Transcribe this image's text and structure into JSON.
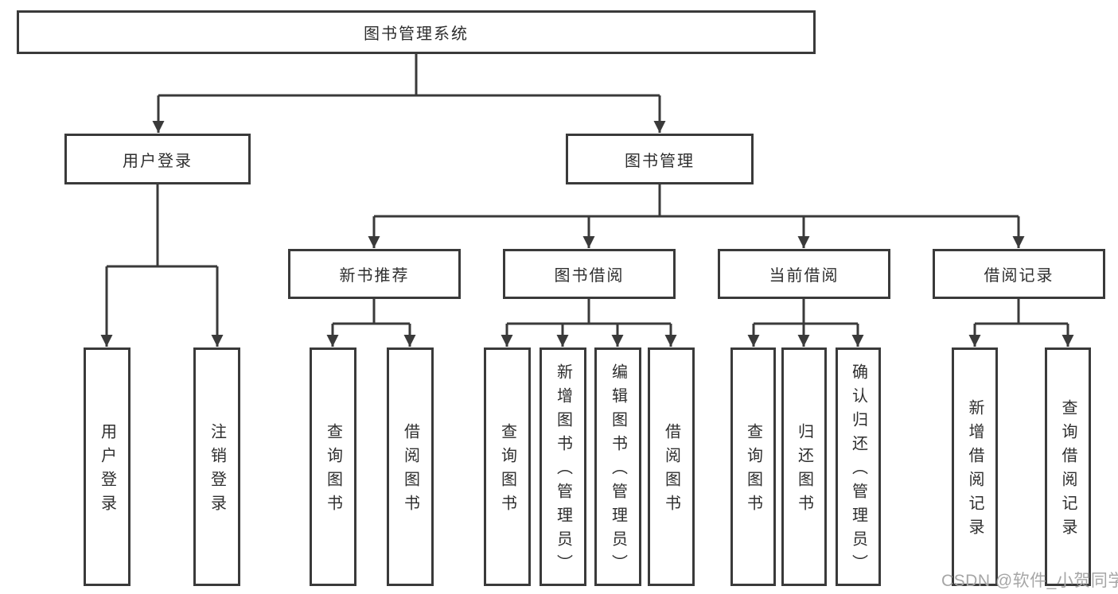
{
  "diagram": {
    "title": "图书管理系统",
    "level2": [
      {
        "label": "用户登录",
        "leaves": [
          "用户登录",
          "注销登录"
        ]
      },
      {
        "label": "图书管理",
        "children": [
          {
            "label": "新书推荐",
            "leaves": [
              "查询图书",
              "借阅图书"
            ]
          },
          {
            "label": "图书借阅",
            "leaves": [
              "查询图书",
              "新增图书（管理员）",
              "编辑图书（管理员）",
              "借阅图书"
            ]
          },
          {
            "label": "当前借阅",
            "leaves": [
              "查询图书",
              "归还图书",
              "确认归还（管理员）"
            ]
          },
          {
            "label": "借阅记录",
            "leaves": [
              "新增借阅记录",
              "查询借阅记录"
            ]
          }
        ]
      }
    ]
  },
  "watermark": {
    "text": "CSDN @软件_小贺同学"
  },
  "colors": {
    "line": "#3a3a3a",
    "text": "#2e2e2e",
    "watermark": "#a6a6a6",
    "background": "#ffffff"
  }
}
